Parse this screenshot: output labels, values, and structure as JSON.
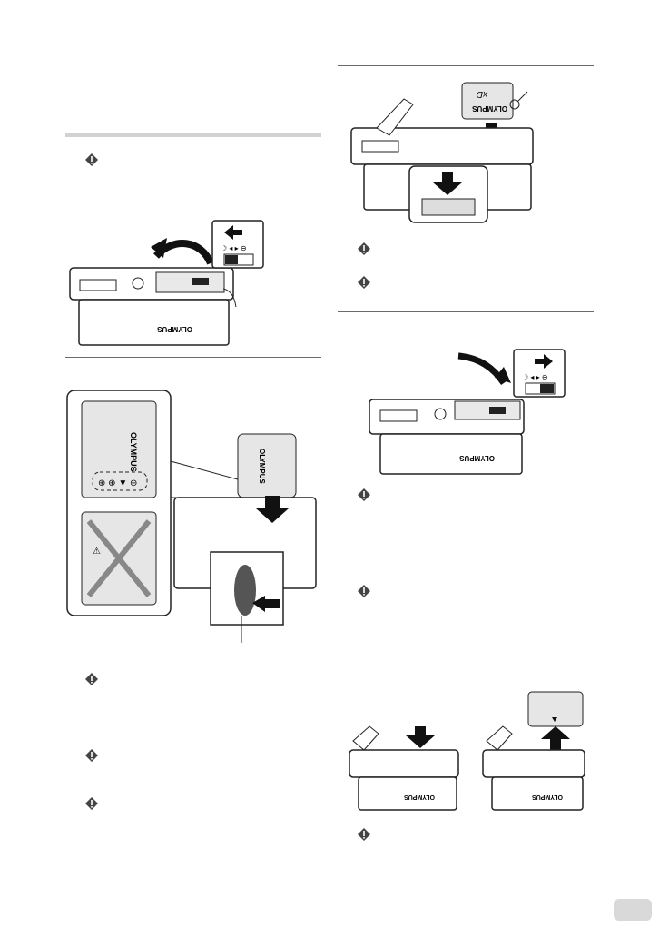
{
  "figures": {
    "brand_label": "OLYMPUS",
    "card_label": "OLYMPUS",
    "card_logo": "xD"
  },
  "icons": {
    "note": "note-icon",
    "arrow": "arrow-icon"
  }
}
